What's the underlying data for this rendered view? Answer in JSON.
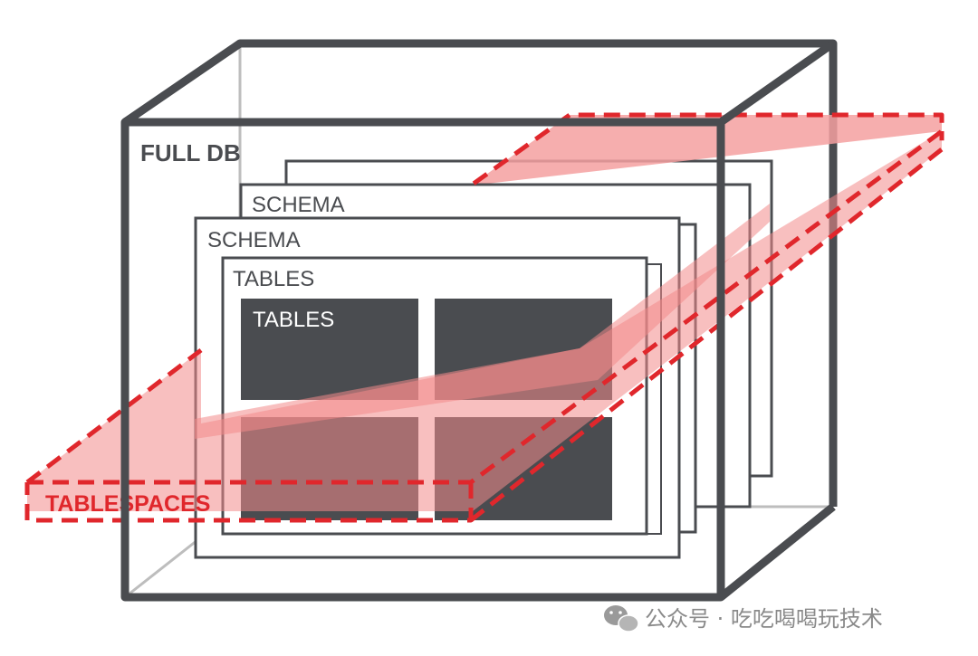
{
  "diagram": {
    "full_db_label": "FULL DB",
    "schema_back_label": "SCHEMA",
    "schema_front_label": "SCHEMA",
    "tables_label": "TABLES",
    "tables_inner_label": "TABLES",
    "tablespaces_label": "TABLESPACES"
  },
  "watermark": {
    "text": "公众号 · 吃吃喝喝玩技术",
    "icon": "wechat-icon"
  },
  "colors": {
    "frame": "#4a4c50",
    "tablespace_fill": "#f28a8a",
    "tablespace_stroke": "#e0272c",
    "table_block": "#4a4c50"
  }
}
